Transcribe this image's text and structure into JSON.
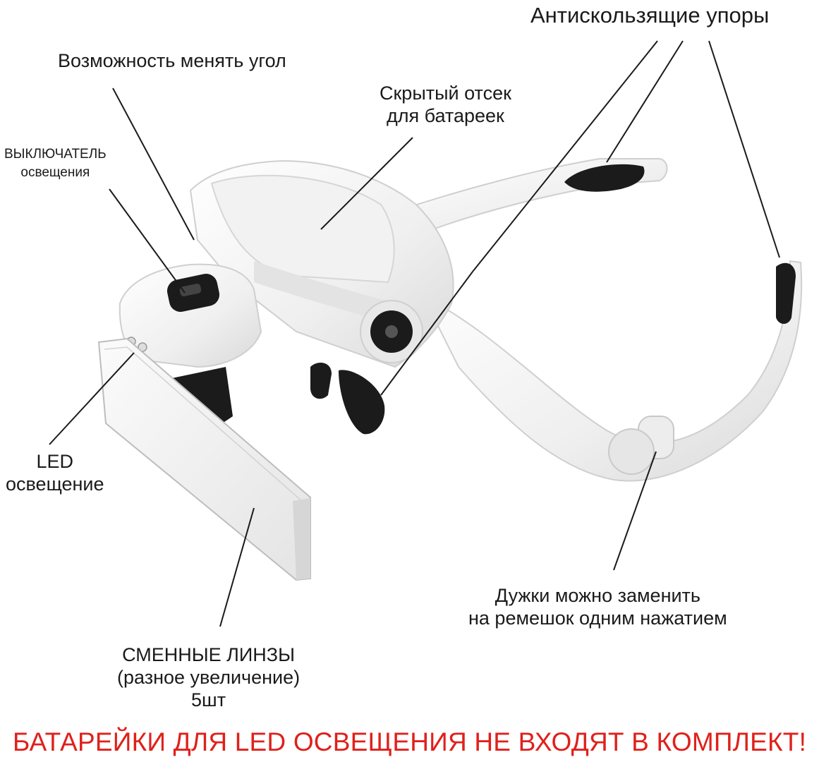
{
  "annotations": {
    "anti_slip": "Антискользящие упоры",
    "angle": "Возможность менять угол",
    "battery_line1": "Скрытый отсек",
    "battery_line2": "для батареек",
    "switch_line1": "ВЫКЛЮЧАТЕЛЬ",
    "switch_line2": "освещения",
    "led_line1": "LED",
    "led_line2": "освещение",
    "temples_line1": "Дужки можно заменить",
    "temples_line2": "на ремешок одним нажатием",
    "lenses_line1": "СМЕННЫЕ ЛИНЗЫ",
    "lenses_line2": "(разное увеличение)",
    "lenses_line3": "5шт"
  },
  "warning": "БАТАРЕЙКИ ДЛЯ LED ОСВЕЩЕНИЯ НЕ ВХОДЯТ В КОМПЛЕКТ!",
  "colors": {
    "warning": "#e0201b",
    "text": "#1a1a1a",
    "body_white": "#f6f6f6",
    "shadow_grey": "#cfcfcf",
    "pad_black": "#1b1b1b"
  }
}
